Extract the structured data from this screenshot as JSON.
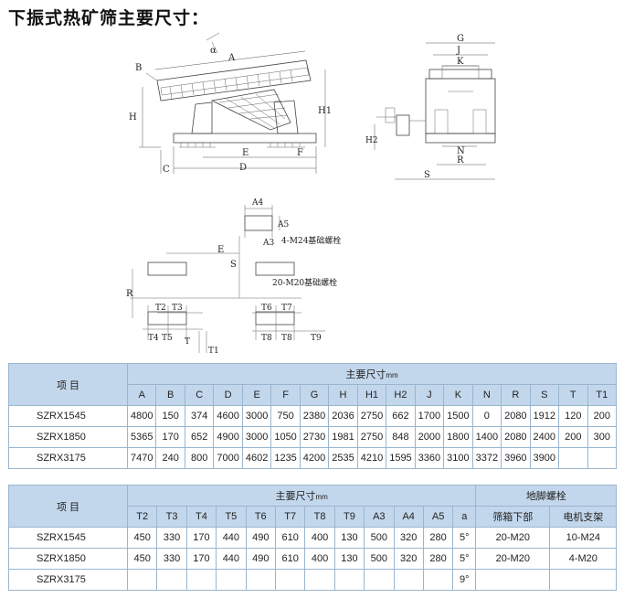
{
  "title": "下振式热矿筛主要尺寸：",
  "drawing_labels": {
    "side": [
      "A",
      "B",
      "C",
      "D",
      "E",
      "F",
      "H",
      "H1"
    ],
    "end": [
      "G",
      "J",
      "K",
      "H2",
      "N",
      "R",
      "S"
    ],
    "foundation": [
      "A4",
      "A5",
      "A3",
      "E",
      "S",
      "R",
      "T2",
      "T3",
      "T4",
      "T5",
      "T",
      "T1",
      "T6",
      "T7",
      "T8",
      "T8",
      "T9"
    ],
    "bolt_top": "4-M24基础螺栓",
    "bolt_bottom": "20-M20基础螺栓",
    "angle": "α"
  },
  "table1": {
    "item_label": "项  目",
    "group_label": "主要尺寸",
    "unit": "mm",
    "columns": [
      "A",
      "B",
      "C",
      "D",
      "E",
      "F",
      "G",
      "H",
      "H1",
      "H2",
      "J",
      "K",
      "N",
      "R",
      "S",
      "T",
      "T1"
    ],
    "rows": [
      {
        "model": "SZRX1545",
        "values": [
          "4800",
          "150",
          "374",
          "4600",
          "3000",
          "750",
          "2380",
          "2036",
          "2750",
          "662",
          "1700",
          "1500",
          "0",
          "2080",
          "1912",
          "120",
          "200"
        ]
      },
      {
        "model": "SZRX1850",
        "values": [
          "5365",
          "170",
          "652",
          "4900",
          "3000",
          "1050",
          "2730",
          "1981",
          "2750",
          "848",
          "2000",
          "1800",
          "1400",
          "2080",
          "2400",
          "200",
          "300"
        ]
      },
      {
        "model": "SZRX3175",
        "values": [
          "7470",
          "240",
          "800",
          "7000",
          "4602",
          "1235",
          "4200",
          "2535",
          "4210",
          "1595",
          "3360",
          "3100",
          "3372",
          "3960",
          "3900",
          "",
          ""
        ]
      }
    ]
  },
  "table2": {
    "item_label": "项  目",
    "group_label": "主要尺寸",
    "unit": "mm",
    "bolt_group_label": "地脚螺栓",
    "columns": [
      "T2",
      "T3",
      "T4",
      "T5",
      "T6",
      "T7",
      "T8",
      "T9",
      "A3",
      "A4",
      "A5",
      "a"
    ],
    "bolt_columns": [
      "筛箱下部",
      "电机支架"
    ],
    "rows": [
      {
        "model": "SZRX1545",
        "values": [
          "450",
          "330",
          "170",
          "440",
          "490",
          "610",
          "400",
          "130",
          "500",
          "320",
          "280",
          "5°"
        ],
        "bolts": [
          "20-M20",
          "10-M24"
        ]
      },
      {
        "model": "SZRX1850",
        "values": [
          "450",
          "330",
          "170",
          "440",
          "490",
          "610",
          "400",
          "130",
          "500",
          "320",
          "280",
          "5°"
        ],
        "bolts": [
          "20-M20",
          "4-M20"
        ]
      },
      {
        "model": "SZRX3175",
        "values": [
          "",
          "",
          "",
          "",
          "",
          "",
          "",
          "",
          "",
          "",
          "",
          "9°"
        ],
        "bolts": [
          "",
          ""
        ]
      }
    ]
  }
}
